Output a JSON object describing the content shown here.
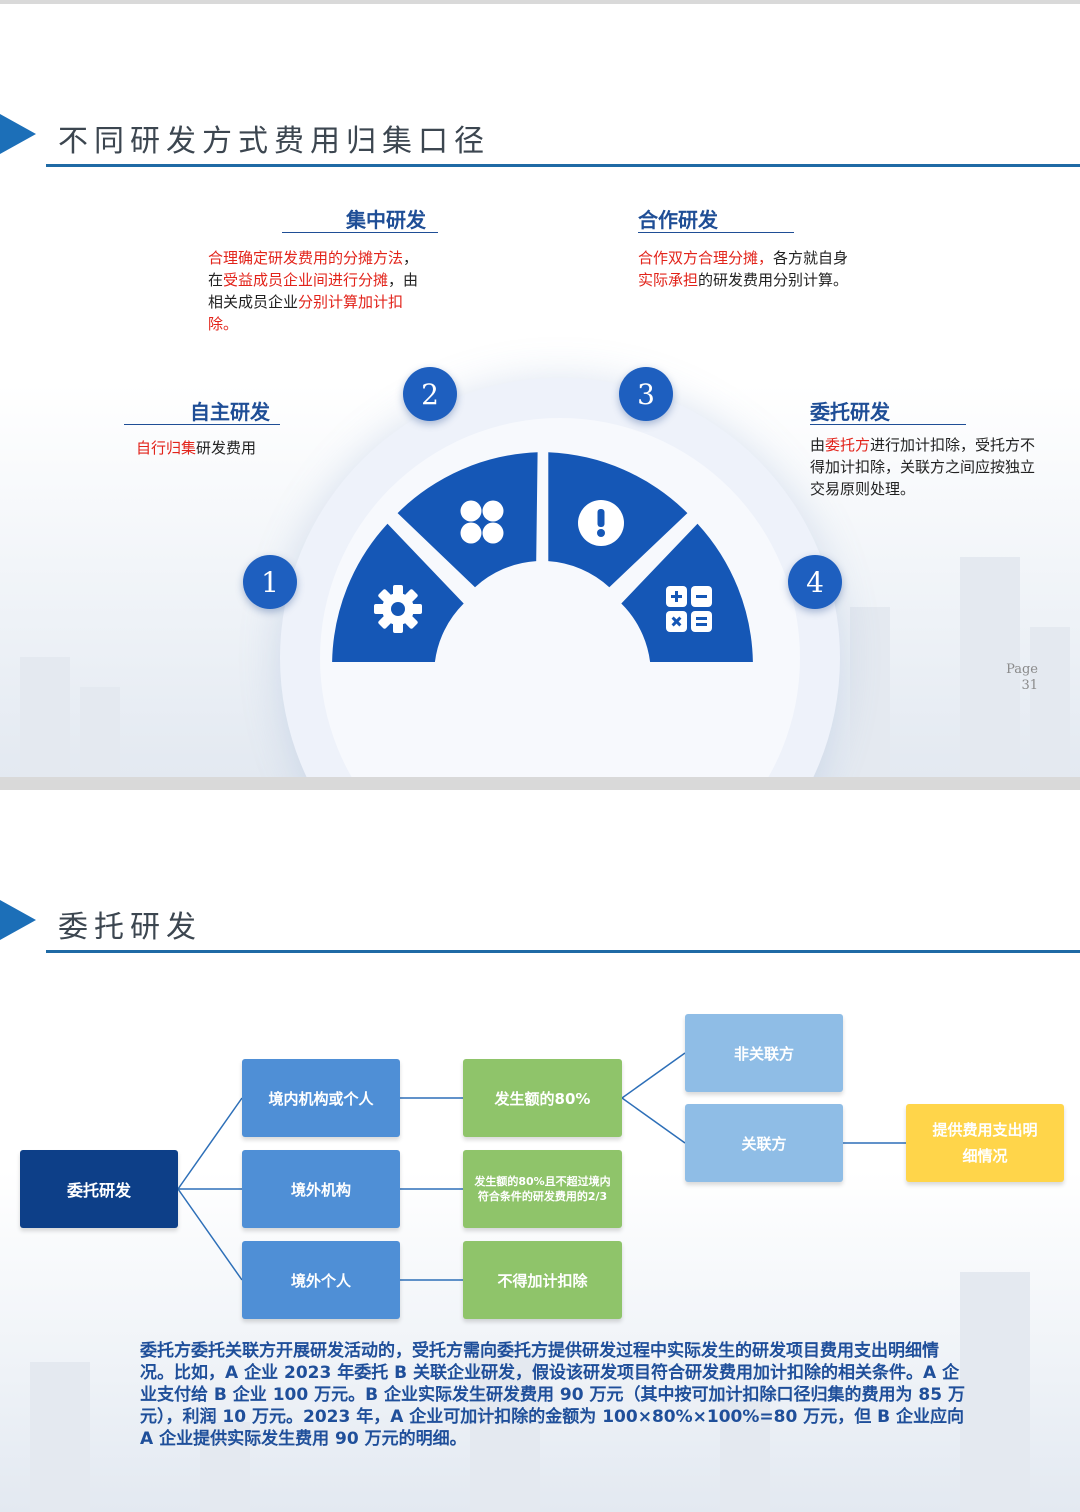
{
  "slide1": {
    "title": "不同研发方式费用归集口径",
    "items": {
      "centralized": {
        "title": "集中研发",
        "text_parts": [
          "合理确定研发费用的分摊方法",
          "，在",
          "受益成员企业间进行分摊",
          "，由相关成员企业",
          "分别计算加计扣除。"
        ]
      },
      "cooperative": {
        "title": "合作研发",
        "text_parts": [
          "合作双方合理分摊，",
          "各方就自身",
          "实际承担",
          "的研发费用分别计算。"
        ]
      },
      "independent": {
        "title": "自主研发",
        "text_parts": [
          "自行归集",
          "研发费用"
        ]
      },
      "entrusted": {
        "title": "委托研发",
        "text_parts": [
          "由",
          "委托方",
          "进行加计扣除，受托方不得加计扣除，关联方之间应按独立交易原则处理。"
        ]
      }
    },
    "numbers": [
      "1",
      "2",
      "3",
      "4"
    ],
    "page_label": "Page",
    "page_number": "31",
    "colors": {
      "accent": "#1e5fbf",
      "highlight": "#e2231a"
    },
    "icons": [
      "gear-icon",
      "clover-icon",
      "exclamation-icon",
      "calculator-icon"
    ]
  },
  "slide2": {
    "title": "委托研发",
    "root": "委托研发",
    "level1": [
      "境内机构或个人",
      "境外机构",
      "境外个人"
    ],
    "level2": [
      "发生额的80%",
      "发生额的80%且不超过境内符合条件的研发费用的2/3",
      "不得加计扣除"
    ],
    "level3": [
      "非关联方",
      "关联方"
    ],
    "level4": "提供费用支出明细情况",
    "bottom_text": "委托方委托关联方开展研发活动的，受托方需向委托方提供研发过程中实际发生的研发项目费用支出明细情况。比如，A 企业 2023 年委托 B 关联企业研发，假设该研发项目符合研发费用加计扣除的相关条件。A 企业支付给 B 企业 100 万元。B 企业实际发生研发费用 90 万元（其中按可加计扣除口径归集的费用为 85 万元），利润 10 万元。2023 年，A 企业可加计扣除的金额为 100×80%×100%=80 万元，但 B 企业应向 A 企业提供实际发生费用 90 万元的明细。",
    "colors": {
      "root": "#0d3f88",
      "level1": "#4f8fd6",
      "level2": "#8fc46a",
      "level3": "#8fbde6",
      "level4": "#ffd54a",
      "text": "#1f4f9a"
    }
  }
}
